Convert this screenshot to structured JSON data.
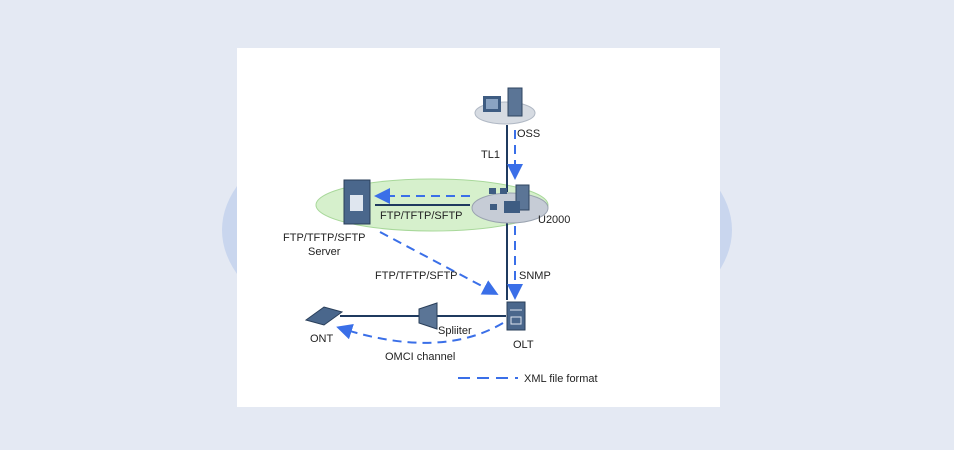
{
  "labels": {
    "oss": "OSS",
    "tl1": "TL1",
    "u2000": "U2000",
    "ftp_link": "FTP/TFTP/SFTP",
    "server_line1": "FTP/TFTP/SFTP",
    "server_line2": "Server",
    "ftp_to_olt": "FTP/TFTP/SFTP",
    "snmp": "SNMP",
    "ont": "ONT",
    "splitter": "Spliiter",
    "olt": "OLT",
    "omci": "OMCI channel"
  },
  "legend": {
    "dashed_line": "XML file format"
  },
  "colors": {
    "dashed": "#3a6fe8",
    "solid": "#1f3a5f",
    "ellipse": "#d6f0cc"
  }
}
